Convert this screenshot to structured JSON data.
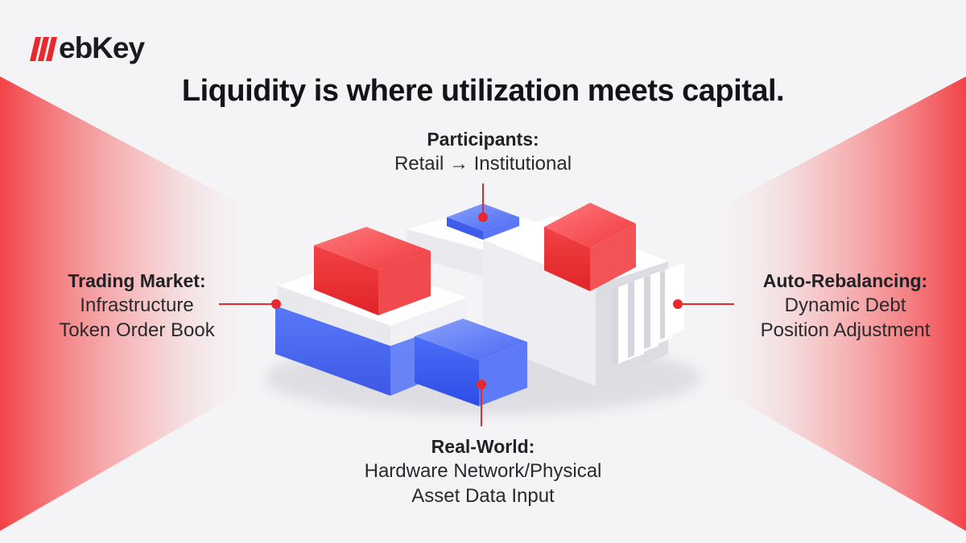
{
  "brand": {
    "logo_text": "ebKey",
    "accent": "#e8282d"
  },
  "headline": "Liquidity is where utilization meets capital.",
  "labels": {
    "participants": {
      "title": "Participants:",
      "lines": [
        "Retail → Institutional"
      ]
    },
    "trading": {
      "title": "Trading Market:",
      "lines": [
        "Infrastructure",
        "Token Order Book"
      ]
    },
    "auto": {
      "title": "Auto-Rebalancing:",
      "lines": [
        "Dynamic Debt",
        "Position Adjustment"
      ]
    },
    "real": {
      "title": "Real-World:",
      "lines": [
        "Hardware Network/Physical",
        "Asset Data Input"
      ]
    }
  },
  "colors": {
    "red": "#ef3b3f",
    "blue": "#3d5cf0",
    "white": "#ffffff",
    "text": "#141418"
  },
  "icons": {
    "logo": "webkey-logo-icon"
  }
}
